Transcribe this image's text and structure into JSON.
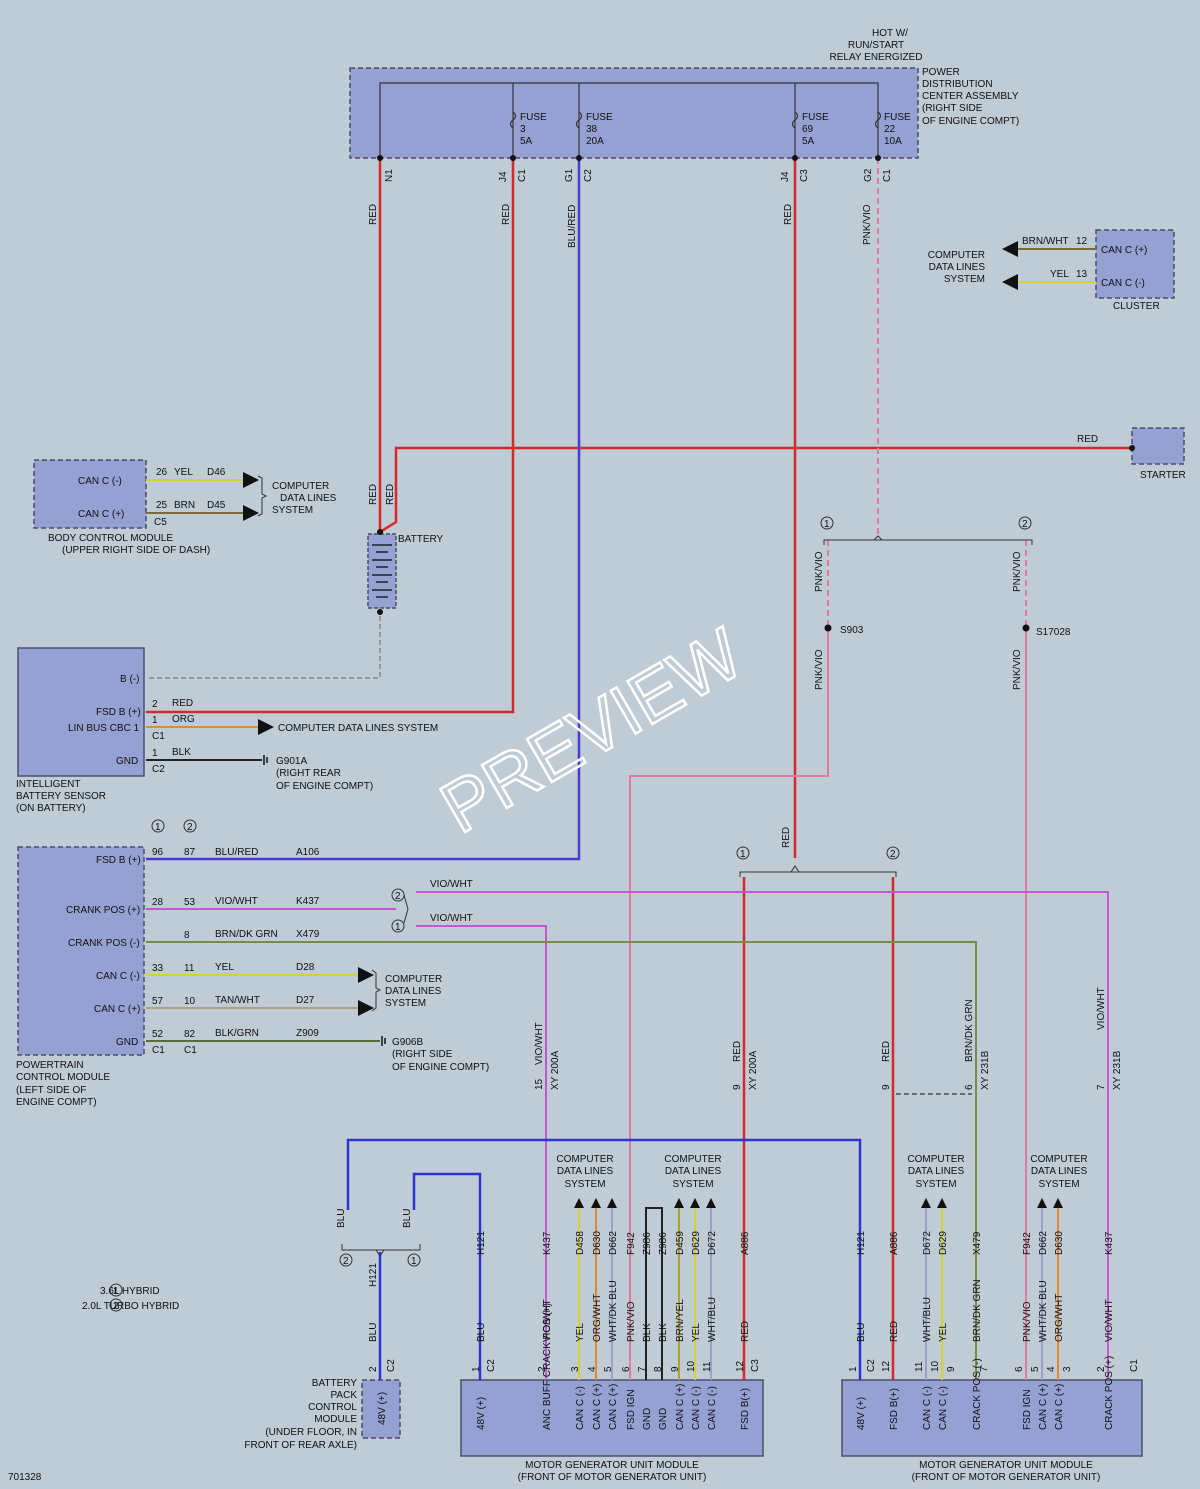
{
  "doc_number": "701328",
  "watermark": "PREVIEW",
  "pdc": {
    "label_lines": [
      "POWER",
      "DISTRIBUTION",
      "CENTER ASSEMBLY",
      "(RIGHT SIDE",
      "OF ENGINE COMPT)"
    ],
    "hot_lines": [
      "HOT W/",
      "RUN/START",
      "RELAY ENERGIZED"
    ],
    "fuses": [
      {
        "name": "FUSE",
        "number": "3",
        "amps": "5A",
        "pin": "J4",
        "connector": "C1",
        "wire_color": "RED"
      },
      {
        "name": "FUSE",
        "number": "38",
        "amps": "20A",
        "pin": "G1",
        "connector": "C2",
        "wire_color": "BLU/RED"
      },
      {
        "name": "FUSE",
        "number": "69",
        "amps": "5A",
        "pin": "J4",
        "connector": "C3",
        "wire_color": "RED"
      },
      {
        "name": "FUSE",
        "number": "22",
        "amps": "10A",
        "pin": "G2",
        "connector": "C1",
        "wire_color": "PNK/VIO"
      }
    ],
    "n1_pin": "N1",
    "n1_color": "RED"
  },
  "cluster": {
    "label": "CLUSTER",
    "pins": [
      {
        "name": "CAN C (+)",
        "pin": "12",
        "color": "BRN/WHT"
      },
      {
        "name": "CAN C (-)",
        "pin": "13",
        "color": "YEL"
      }
    ],
    "system_lines": [
      "COMPUTER",
      "DATA LINES",
      "SYSTEM"
    ]
  },
  "starter": {
    "label": "STARTER",
    "wire": "RED"
  },
  "bcm": {
    "label_lines": [
      "BODY CONTROL MODULE",
      "(UPPER RIGHT SIDE OF DASH)"
    ],
    "pins": [
      {
        "name": "CAN C (-)",
        "pin": "26",
        "color": "YEL",
        "circuit": "D46"
      },
      {
        "name": "CAN C (+)",
        "pin": "25",
        "color": "BRN",
        "circuit": "D45"
      }
    ],
    "connector": "C5",
    "system_lines": [
      "COMPUTER",
      "DATA LINES",
      "SYSTEM"
    ]
  },
  "battery": {
    "label": "BATTERY",
    "wire1": "RED",
    "wire2": "RED"
  },
  "ibs": {
    "label_lines": [
      "INTELLIGENT",
      "BATTERY SENSOR",
      "(ON BATTERY)"
    ],
    "pins": [
      {
        "name": "B (-)"
      },
      {
        "name": "FSD B (+)",
        "pin": "2",
        "color": "RED"
      },
      {
        "name": "LIN BUS CBC 1",
        "pin": "1",
        "color": "ORG",
        "connector": "C1"
      },
      {
        "name": "GND",
        "pin": "1",
        "color": "BLK",
        "connector": "C2"
      }
    ],
    "lin_dest": "COMPUTER DATA LINES SYSTEM",
    "ground": "G901A",
    "ground_loc": [
      "(RIGHT REAR",
      "OF ENGINE COMPT)"
    ]
  },
  "pcm": {
    "label_lines": [
      "POWERTRAIN",
      "CONTROL MODULE",
      "(LEFT SIDE OF",
      "ENGINE COMPT)"
    ],
    "pins": [
      {
        "name": "FSD B (+)",
        "p1": "96",
        "p2": "87",
        "color": "BLU/RED",
        "circuit": "A106"
      },
      {
        "name": "CRANK POS (+)",
        "p1": "28",
        "p2": "53",
        "color": "VIO/WHT",
        "circuit": "K437"
      },
      {
        "name": "CRANK POS (-)",
        "p1": "",
        "p2": "8",
        "color": "BRN/DK GRN",
        "circuit": "X479"
      },
      {
        "name": "CAN C (-)",
        "p1": "33",
        "p2": "11",
        "color": "YEL",
        "circuit": "D28"
      },
      {
        "name": "CAN C (+)",
        "p1": "57",
        "p2": "10",
        "color": "TAN/WHT",
        "circuit": "D27"
      },
      {
        "name": "GND",
        "p1": "52",
        "p2": "82",
        "color": "BLK/GRN",
        "circuit": "Z909"
      }
    ],
    "connectors": [
      "C1",
      "C1"
    ],
    "system_lines": [
      "COMPUTER",
      "DATA LINES",
      "SYSTEM"
    ],
    "ground": "G906B",
    "ground_loc": [
      "(RIGHT SIDE",
      "OF ENGINE COMPT)"
    ]
  },
  "splices": {
    "s1": "S903",
    "s2": "S17028",
    "color": "PNK/VIO"
  },
  "crank_wires": {
    "upper": "VIO/WHT",
    "lower": "VIO/WHT"
  },
  "inline": {
    "a": {
      "pin": "15",
      "conn": "XY 200A",
      "color": "VIO/WHT"
    },
    "b": {
      "pin": "9",
      "conn": "XY 200A",
      "color": "RED"
    },
    "c": {
      "pin": "9",
      "color": "RED"
    },
    "d": {
      "pin": "6",
      "conn": "XY 231B",
      "color": "BRN/DK GRN"
    },
    "e": {
      "pin": "7",
      "conn": "XY 231B",
      "color": "VIO/WHT"
    }
  },
  "mid_red": "RED",
  "legend": {
    "l1": "3.6L HYBRID",
    "l2": "2.0L TURBO HYBRID"
  },
  "bpcm": {
    "label_lines": [
      "BATTERY",
      "PACK",
      "CONTROL",
      "MODULE",
      "(UNDER FLOOR, IN",
      "FRONT OF REAR AXLE)"
    ],
    "pin_name": "48V (+)",
    "pin": "2",
    "connector": "C2",
    "color": "BLU",
    "circuit": "H121"
  },
  "blu_labels": {
    "left": "BLU",
    "right": "BLU"
  },
  "mgu1": {
    "label_lines": [
      "MOTOR GENERATOR UNIT MODULE",
      "(FRONT OF MOTOR GENERATOR UNIT)"
    ],
    "pins": [
      "48V (+)",
      "ANC BUFF CRACK POS (+)",
      "CAN C (-)",
      "CAN C (+)",
      "CAN C (+)",
      "FSD IGN",
      "GND",
      "GND",
      "CAN C (+)",
      "CAN C (-)",
      "CAN C (-)",
      "FSD B(+)"
    ],
    "connectors": [
      "C2",
      "C3"
    ],
    "circuits": [
      "H121",
      "K437",
      "D458",
      "D630",
      "D662",
      "F942",
      "Z986",
      "Z986",
      "D459",
      "D629",
      "D672",
      "A886"
    ],
    "colors": [
      "BLU",
      "VIO/WHT",
      "YEL",
      "ORG/WHT",
      "WHT/DK BLU",
      "PNK/VIO",
      "BLK",
      "BLK",
      "BRN/YEL",
      "YEL",
      "WHT/BLU",
      "RED"
    ],
    "pin_nums": [
      "1",
      "2",
      "3",
      "4",
      "5",
      "6",
      "7",
      "8",
      "9",
      "10",
      "11",
      "12"
    ],
    "system_lines": [
      "COMPUTER",
      "DATA LINES",
      "SYSTEM"
    ]
  },
  "mgu2": {
    "label_lines": [
      "MOTOR GENERATOR UNIT MODULE",
      "(FRONT OF MOTOR GENERATOR UNIT)"
    ],
    "pins": [
      "48V (+)",
      "FSD B(+)",
      "CAN C (-)",
      "CAN C (-)",
      "CRACK POS (-)",
      "FSD IGN",
      "CAN C (+)",
      "CAN C (+)",
      "CRACK POS (+)"
    ],
    "connectors": [
      "C2",
      "C1"
    ],
    "circuits": [
      "H121",
      "A886",
      "D672",
      "D629",
      "X479",
      "F942",
      "D662",
      "D630",
      "K437"
    ],
    "colors": [
      "BLU",
      "RED",
      "WHT/BLU",
      "YEL",
      "BRN/DK GRN",
      "PNK/VIO",
      "WHT/DK BLU",
      "ORG/WHT",
      "VIO/WHT"
    ],
    "pin_nums": [
      "1",
      "12",
      "11",
      "10",
      "9",
      "7",
      "6",
      "5",
      "4",
      "3",
      "2"
    ],
    "system_lines": [
      "COMPUTER",
      "DATA LINES",
      "SYSTEM"
    ]
  },
  "colors": {
    "red": "#d42a2a",
    "blue": "#2a36d4",
    "bluRed": "#4a3ad0",
    "pink": "#e07aa0",
    "violet": "#c05ad0",
    "brnGrn": "#7a8a4a",
    "yellow": "#d8d030",
    "orange": "#e08a30",
    "black": "#222222",
    "box": "#95a1d3"
  }
}
